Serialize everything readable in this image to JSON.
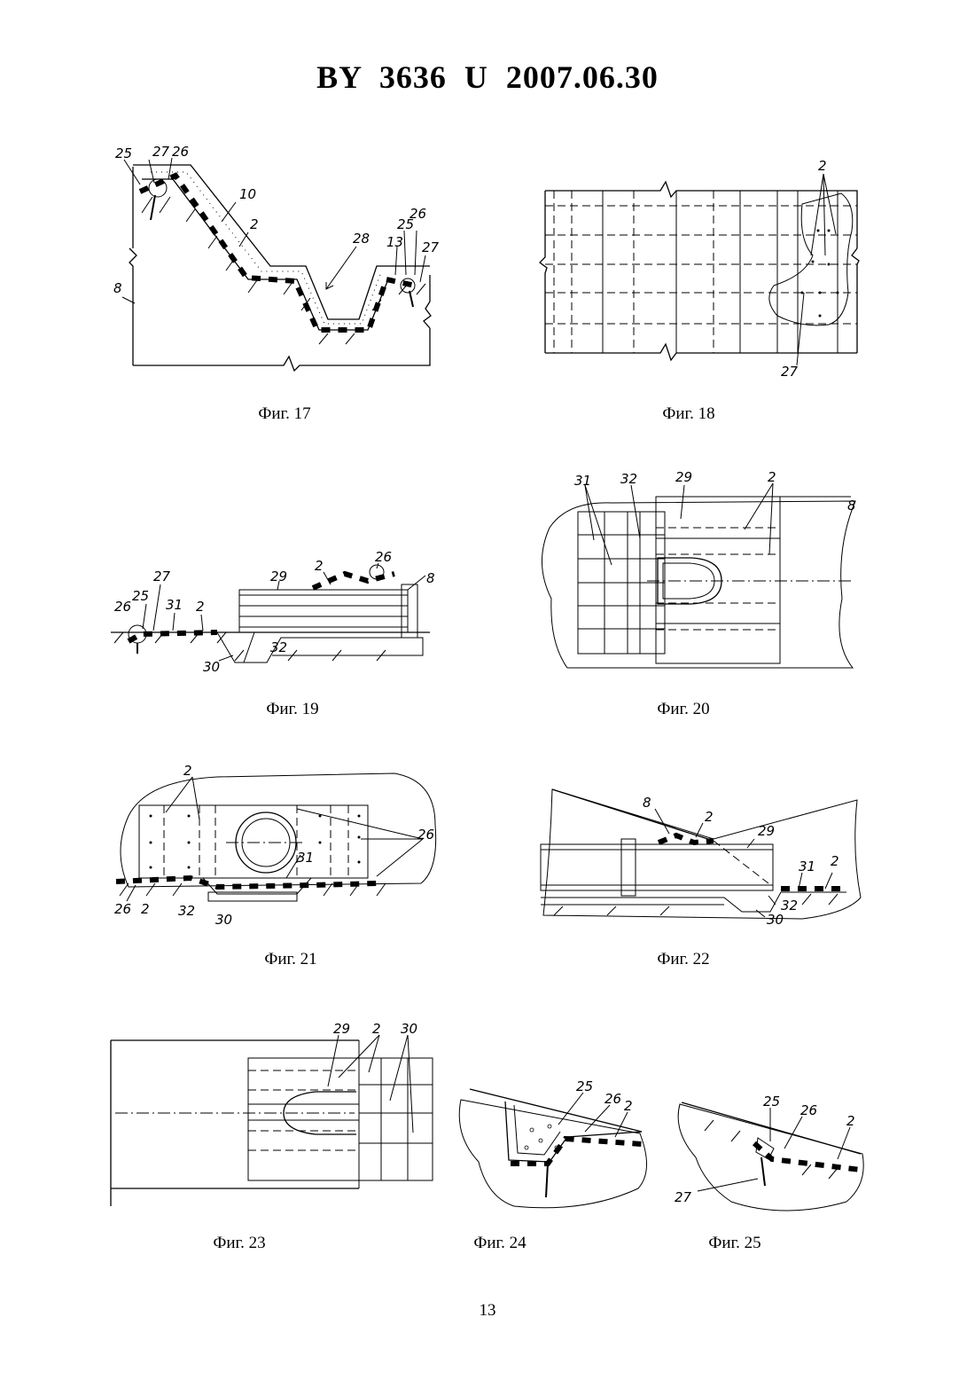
{
  "header": {
    "title": "BY  3636  U  2007.06.30"
  },
  "figures": {
    "fig17": {
      "caption": "Фиг. 17",
      "labels": [
        "25",
        "27",
        "26",
        "10",
        "2",
        "28",
        "13",
        "25",
        "26",
        "27",
        "8"
      ]
    },
    "fig18": {
      "caption": "Фиг. 18",
      "labels": [
        "2",
        "27"
      ]
    },
    "fig19": {
      "caption": "Фиг. 19",
      "labels": [
        "29",
        "2",
        "26",
        "8",
        "27",
        "25",
        "26",
        "31",
        "2",
        "32",
        "30"
      ]
    },
    "fig20": {
      "caption": "Фиг. 20",
      "labels": [
        "31",
        "32",
        "29",
        "2",
        "8"
      ]
    },
    "fig21": {
      "caption": "Фиг. 21",
      "labels": [
        "2",
        "26",
        "26",
        "2",
        "32",
        "31",
        "30"
      ]
    },
    "fig22": {
      "caption": "Фиг. 22",
      "labels": [
        "8",
        "2",
        "29",
        "31",
        "2",
        "32",
        "30"
      ]
    },
    "fig23": {
      "caption": "Фиг. 23",
      "labels": [
        "29",
        "2",
        "30"
      ]
    },
    "fig24": {
      "caption": "Фиг. 24",
      "labels": [
        "25",
        "26",
        "2"
      ]
    },
    "fig25": {
      "caption": "Фиг. 25",
      "labels": [
        "25",
        "26",
        "2",
        "27"
      ]
    }
  },
  "footer": {
    "page_number": "13"
  }
}
